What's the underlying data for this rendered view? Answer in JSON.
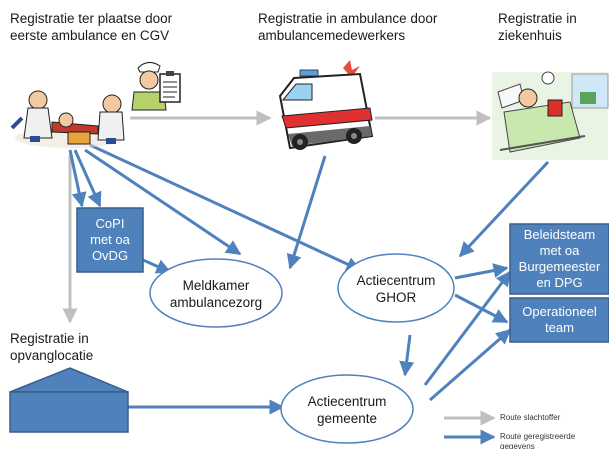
{
  "labels": {
    "scene1": "Registratie ter plaatse door\neerste ambulance en CGV",
    "scene2": "Registratie in ambulance door\nambulancemedewerkers",
    "scene3": "Registratie in\nziekenhuis",
    "scene4": "Registratie in\nopvanglocatie"
  },
  "boxes": {
    "copi": "CoPI\nmet oa\nOvDG",
    "beleidsteam": "Beleidsteam\nmet oa\nBurgemeester\nen DPG",
    "operationeel": "Operationeel\nteam"
  },
  "ellipses": {
    "meldkamer": "Meldkamer\nambulancezorg",
    "actiecentrum_ghor": "Actiecentrum\nGHOR",
    "actiecentrum_gemeente": "Actiecentrum\ngemeente"
  },
  "legend": {
    "route_slachtoffer": "Route slachtoffer",
    "route_geregistreerde": "Route geregistreerde",
    "route_geregistreerde_cont": "gegevens"
  },
  "colors": {
    "blue_arrow": "#4f81bd",
    "gray_arrow": "#bfbfbf",
    "box_fill": "#4f81bd",
    "box_border": "#385d8a",
    "ellipse_border": "#4f81bd"
  },
  "icons": {
    "first_aid_scene": "first-aid-scene-icon",
    "paramedic_clipboard": "paramedic-clipboard-icon",
    "ambulance": "ambulance-icon",
    "hospital_patient": "hospital-patient-icon",
    "shelter": "shelter-building-icon"
  }
}
